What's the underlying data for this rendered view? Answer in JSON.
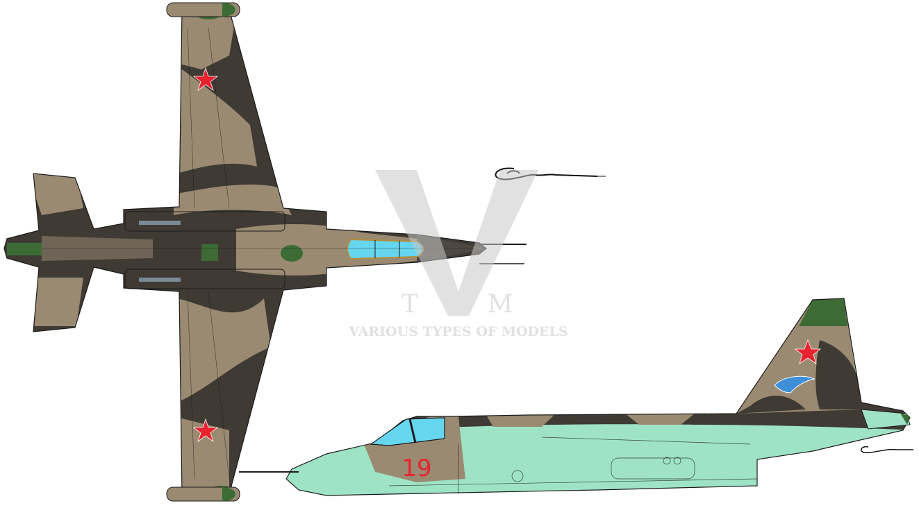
{
  "aircraft": {
    "side_number": "19",
    "colors": {
      "camo_brown": "#3f3a33",
      "camo_tan": "#9a8a72",
      "camo_green": "#3d6b35",
      "belly_light_green": "#9fe3c6",
      "canopy_blue": "#66d6ef",
      "star_red": "#e8222e",
      "outline": "#1b1b1b"
    }
  },
  "watermark": {
    "tagline": "VARIOUS TYPES OF MODELS",
    "letters": [
      "T",
      "V",
      "M"
    ],
    "color": "#c9c9c9"
  }
}
